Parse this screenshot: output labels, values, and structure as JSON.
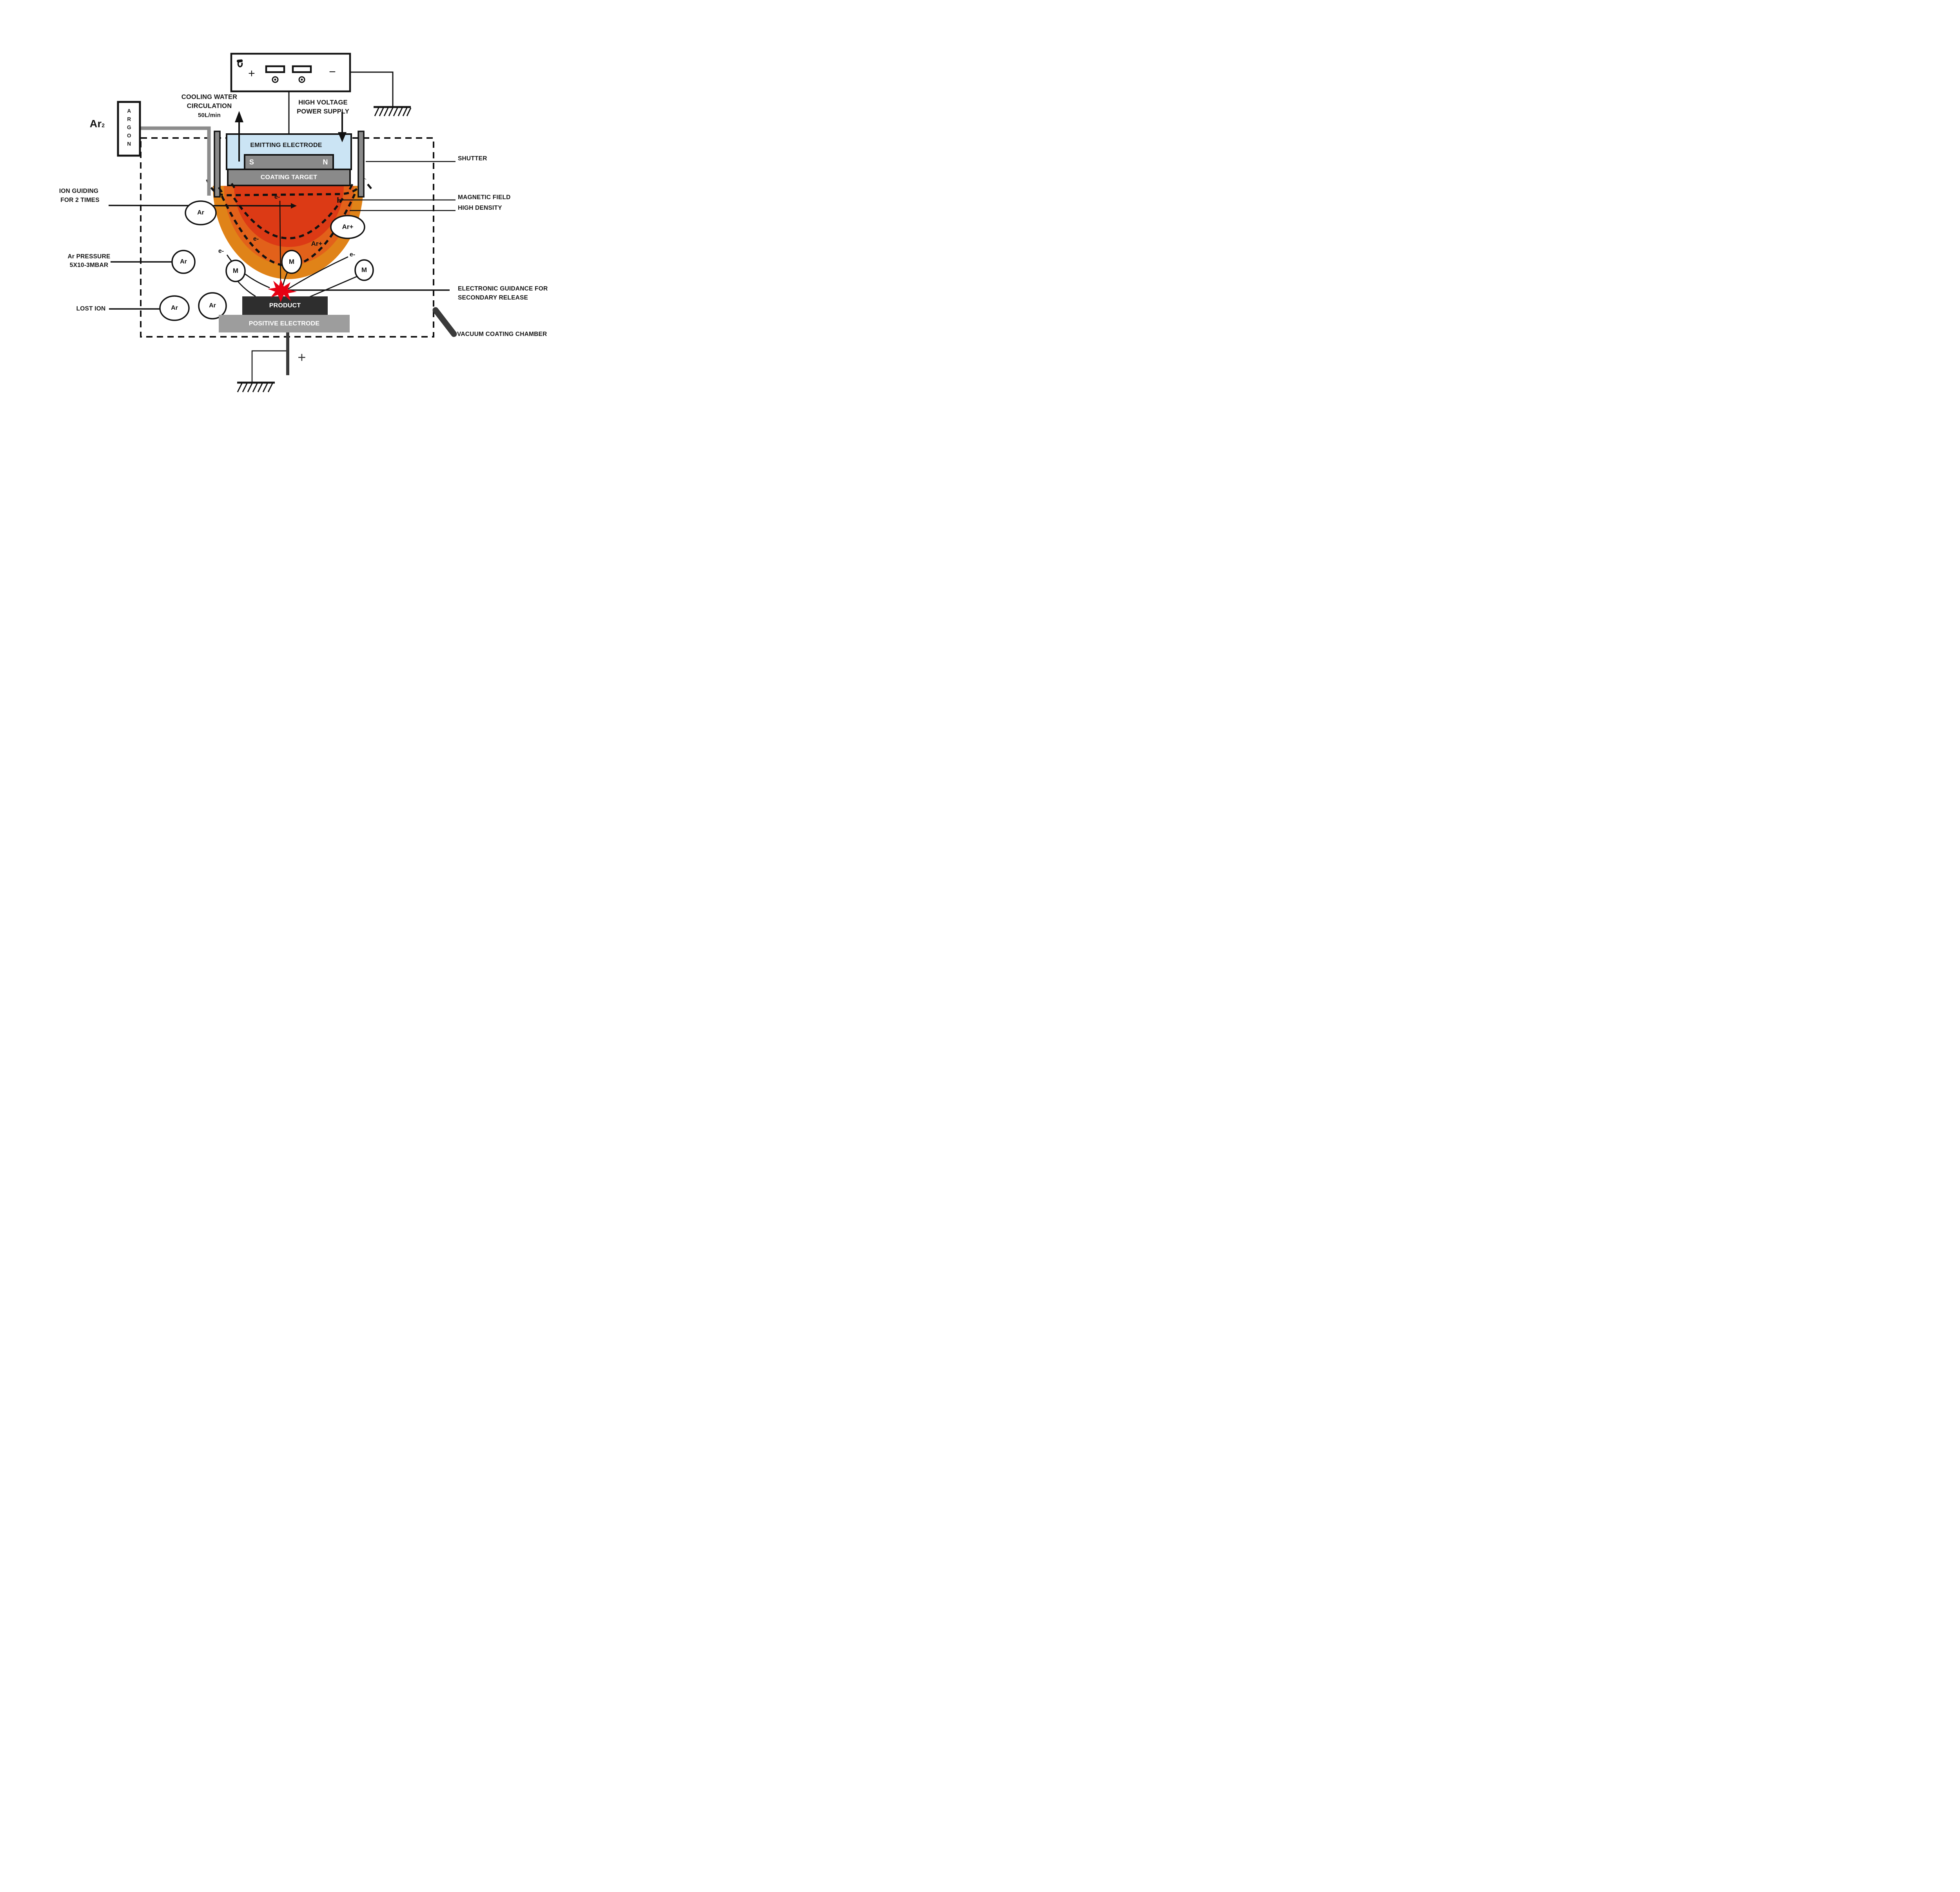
{
  "power_supply": {
    "plus": "+",
    "minus": "−"
  },
  "high_voltage_label": {
    "line1": "HIGH VOLTAGE",
    "line2": "POWER SUPPLY"
  },
  "cooling_label": {
    "line1": "COOLING WATER",
    "line2": "CIRCULATION",
    "line3": "50L/min"
  },
  "argon_source": {
    "vertical_label": "ARGON",
    "gas_main": "Ar",
    "gas_sub": "2"
  },
  "electrode_assembly": {
    "emitting_electrode": "EMITTING ELECTRODE",
    "magnet_south": "S",
    "magnet_north": "N",
    "coating_target": "COATING TARGET"
  },
  "callouts": {
    "shutter": "SHUTTER",
    "ion_guiding_line1": "ION GUIDING",
    "ion_guiding_line2": "FOR 2 TIMES",
    "magnetic_field": "MAGNETIC FIELD",
    "high_density": "HIGH DENSITY",
    "ar_pressure_line1": "Ar PRESSURE",
    "ar_pressure_line2": "5X10-3MBAR",
    "lost_ion": "LOST ION",
    "electronic_guidance_line1": "ELECTRONIC GUIDANCE FOR",
    "electronic_guidance_line2": "SECONDARY RELEASE",
    "vacuum_chamber": "VACUUM COATING CHAMBER"
  },
  "stage": {
    "product": "PRODUCT",
    "positive_electrode": "POSITIVE ELECTRODE",
    "ground_plus": "+"
  },
  "particles": {
    "argon_atoms": [
      "Ar",
      "Ar",
      "Ar",
      "Ar"
    ],
    "metal_atoms": [
      "M",
      "M",
      "M"
    ],
    "argon_ion_bubble": "Ar+",
    "argon_ion_free": "Ar+",
    "electron_top": "e-",
    "electron_in_plasma": "e-",
    "electron_left": "e-",
    "electron_right": "e-"
  },
  "colors": {
    "plasma_outer": "#E08318",
    "plasma_mid": "#E2611A",
    "plasma_inner": "#DC3A15",
    "electrode_blue": "#CBE4F4",
    "metal_gray": "#8A8A8A",
    "product_dark": "#2E2E2E",
    "electrode_light": "#9D9D9D",
    "spark_red": "#E60012",
    "pipe_gray": "#8C8C8C"
  }
}
